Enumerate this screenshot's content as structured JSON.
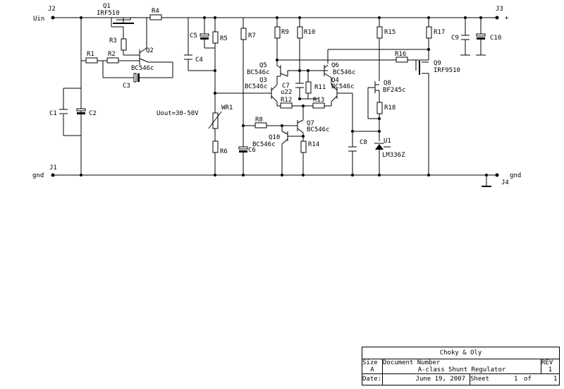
{
  "connectors": {
    "j2": {
      "ref": "J2",
      "net": "Uin"
    },
    "j3": {
      "ref": "J3",
      "net": "+"
    },
    "j1": {
      "ref": "J1",
      "net": "gnd"
    },
    "j4": {
      "ref": "J4",
      "net": "gnd"
    }
  },
  "components": {
    "q1": {
      "ref": "Q1",
      "value": "IRF510"
    },
    "q2": {
      "ref": "Q2",
      "value": "BC546c"
    },
    "q3": {
      "ref": "Q3",
      "value": "BC546c"
    },
    "q4": {
      "ref": "Q4",
      "value": "BC546c"
    },
    "q5": {
      "ref": "Q5",
      "value": "BC546c"
    },
    "q6": {
      "ref": "Q6",
      "value": "BC546c"
    },
    "q7": {
      "ref": "Q7",
      "value": "BC546c"
    },
    "q8": {
      "ref": "Q8",
      "value": "BF245c"
    },
    "q9": {
      "ref": "Q9",
      "value": "IRF9510"
    },
    "q10": {
      "ref": "Q10",
      "value": "BC546c"
    },
    "u1": {
      "ref": "U1",
      "value": "LM336Z"
    },
    "c7": {
      "ref": "C7",
      "value": "u22"
    },
    "r1": "R1",
    "r2": "R2",
    "r3": "R3",
    "r4": "R4",
    "r5": "R5",
    "r6": "R6",
    "r7": "R7",
    "r8": "R8",
    "r9": "R9",
    "r10": "R10",
    "r11": "R11",
    "r12": "R12",
    "r13": "R13",
    "r14": "R14",
    "r15": "R15",
    "r16": "R16",
    "r17": "R17",
    "r18": "R18",
    "c1": "C1",
    "c2": "C2",
    "c3": "C3",
    "c4": "C4",
    "c5": "C5",
    "c6": "C6",
    "c8": "C8",
    "c9": "C9",
    "c10": "C10",
    "wr1": "WR1"
  },
  "annotations": {
    "uout": "Uout=30-50V"
  },
  "title_block": {
    "company": "Choky & Oly",
    "size_label": "Size",
    "size_value": "A",
    "docnum_label": "Document Number",
    "docnum_value": "A-class Shunt Regulator",
    "rev_label": "REV",
    "rev_value": "1",
    "date_label": "Date:",
    "date_value": "June 19, 2007",
    "sheet_label": "Sheet",
    "sheet_value": "1",
    "of_label": "of",
    "of_value": "1"
  }
}
